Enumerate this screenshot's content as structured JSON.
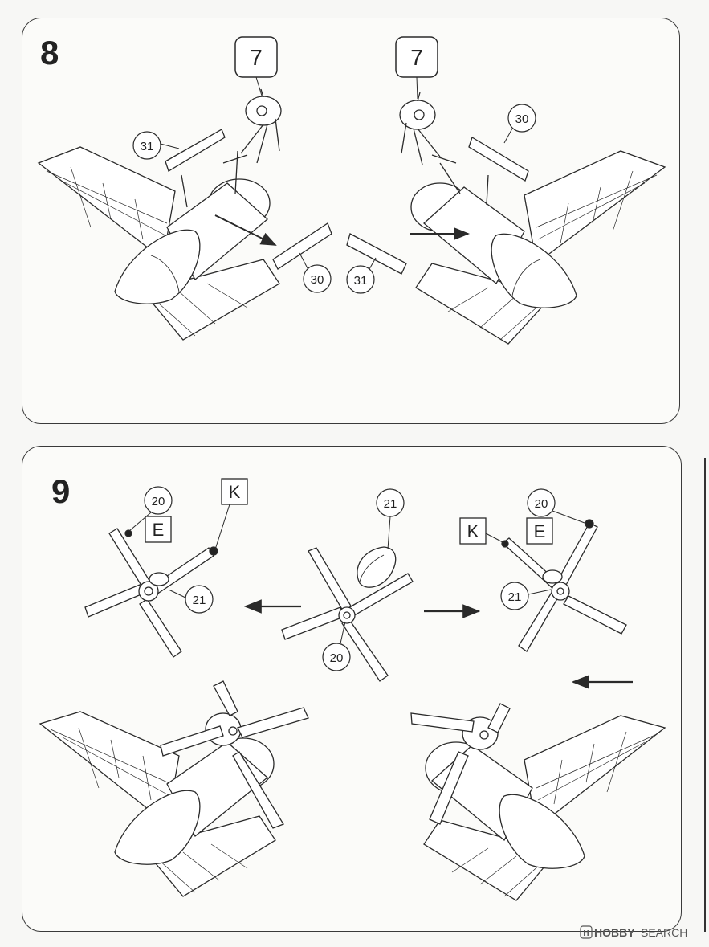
{
  "steps": [
    {
      "number": "8",
      "callouts": {
        "boxed_left": "7",
        "boxed_right": "7",
        "left_31": "31",
        "left_30": "30",
        "right_30": "30",
        "right_31": "31"
      }
    },
    {
      "number": "9",
      "callouts": {
        "left_20": "20",
        "left_E": "E",
        "left_K": "K",
        "left_21": "21",
        "center_21": "21",
        "center_20": "20",
        "right_20": "20",
        "right_K": "K",
        "right_E": "E",
        "right_21": "21"
      }
    }
  ],
  "watermark": {
    "brand": "HOBBY",
    "suffix": "SEARCH"
  },
  "colors": {
    "line": "#2a2a2a",
    "panel_border": "#3a3a3a",
    "background": "#f7f7f5"
  }
}
